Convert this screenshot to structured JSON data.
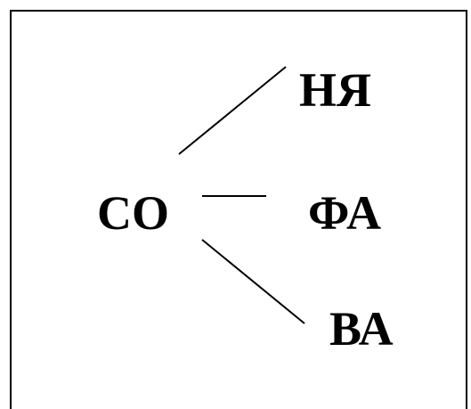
{
  "diagram": {
    "left_syllable": "СО",
    "right_syllables": [
      "НЯ",
      "ФА",
      "ВА"
    ],
    "line_color": "#000000",
    "text_color": "#000000",
    "background_color": "#ffffff"
  }
}
